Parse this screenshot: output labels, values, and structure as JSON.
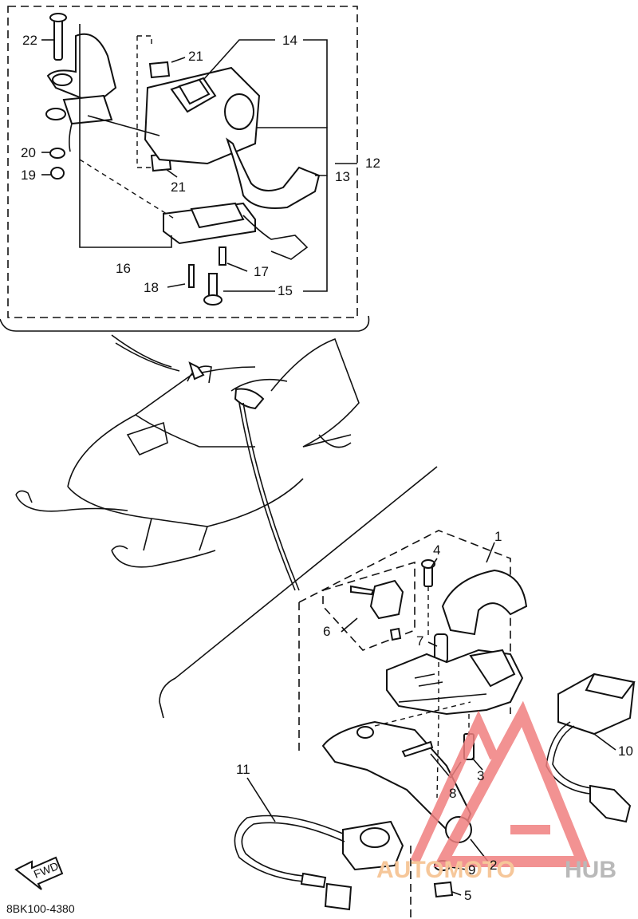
{
  "callouts": {
    "c1": "1",
    "c2": "2",
    "c3": "3",
    "c4": "4",
    "c5": "5",
    "c6": "6",
    "c7": "7",
    "c8": "8",
    "c9": "9",
    "c10": "10",
    "c11": "11",
    "c12": "12",
    "c13": "13",
    "c14": "14",
    "c15": "15",
    "c16": "16",
    "c17": "17",
    "c18": "18",
    "c19": "19",
    "c20": "20",
    "c21a": "21",
    "c21b": "21",
    "c22": "22"
  },
  "fwd_label": "FWD",
  "drawing_code": "8BK100-4380",
  "watermark": {
    "part1": "AUTOMOTO",
    "part2": "HUB",
    "color_logo": "#f08080",
    "color_text1": "#f6c79a",
    "color_text2": "#b9b9b9"
  },
  "icons": {
    "fwd_arrow": "fwd-arrow-icon",
    "logo": "automotohub-logo-icon"
  }
}
